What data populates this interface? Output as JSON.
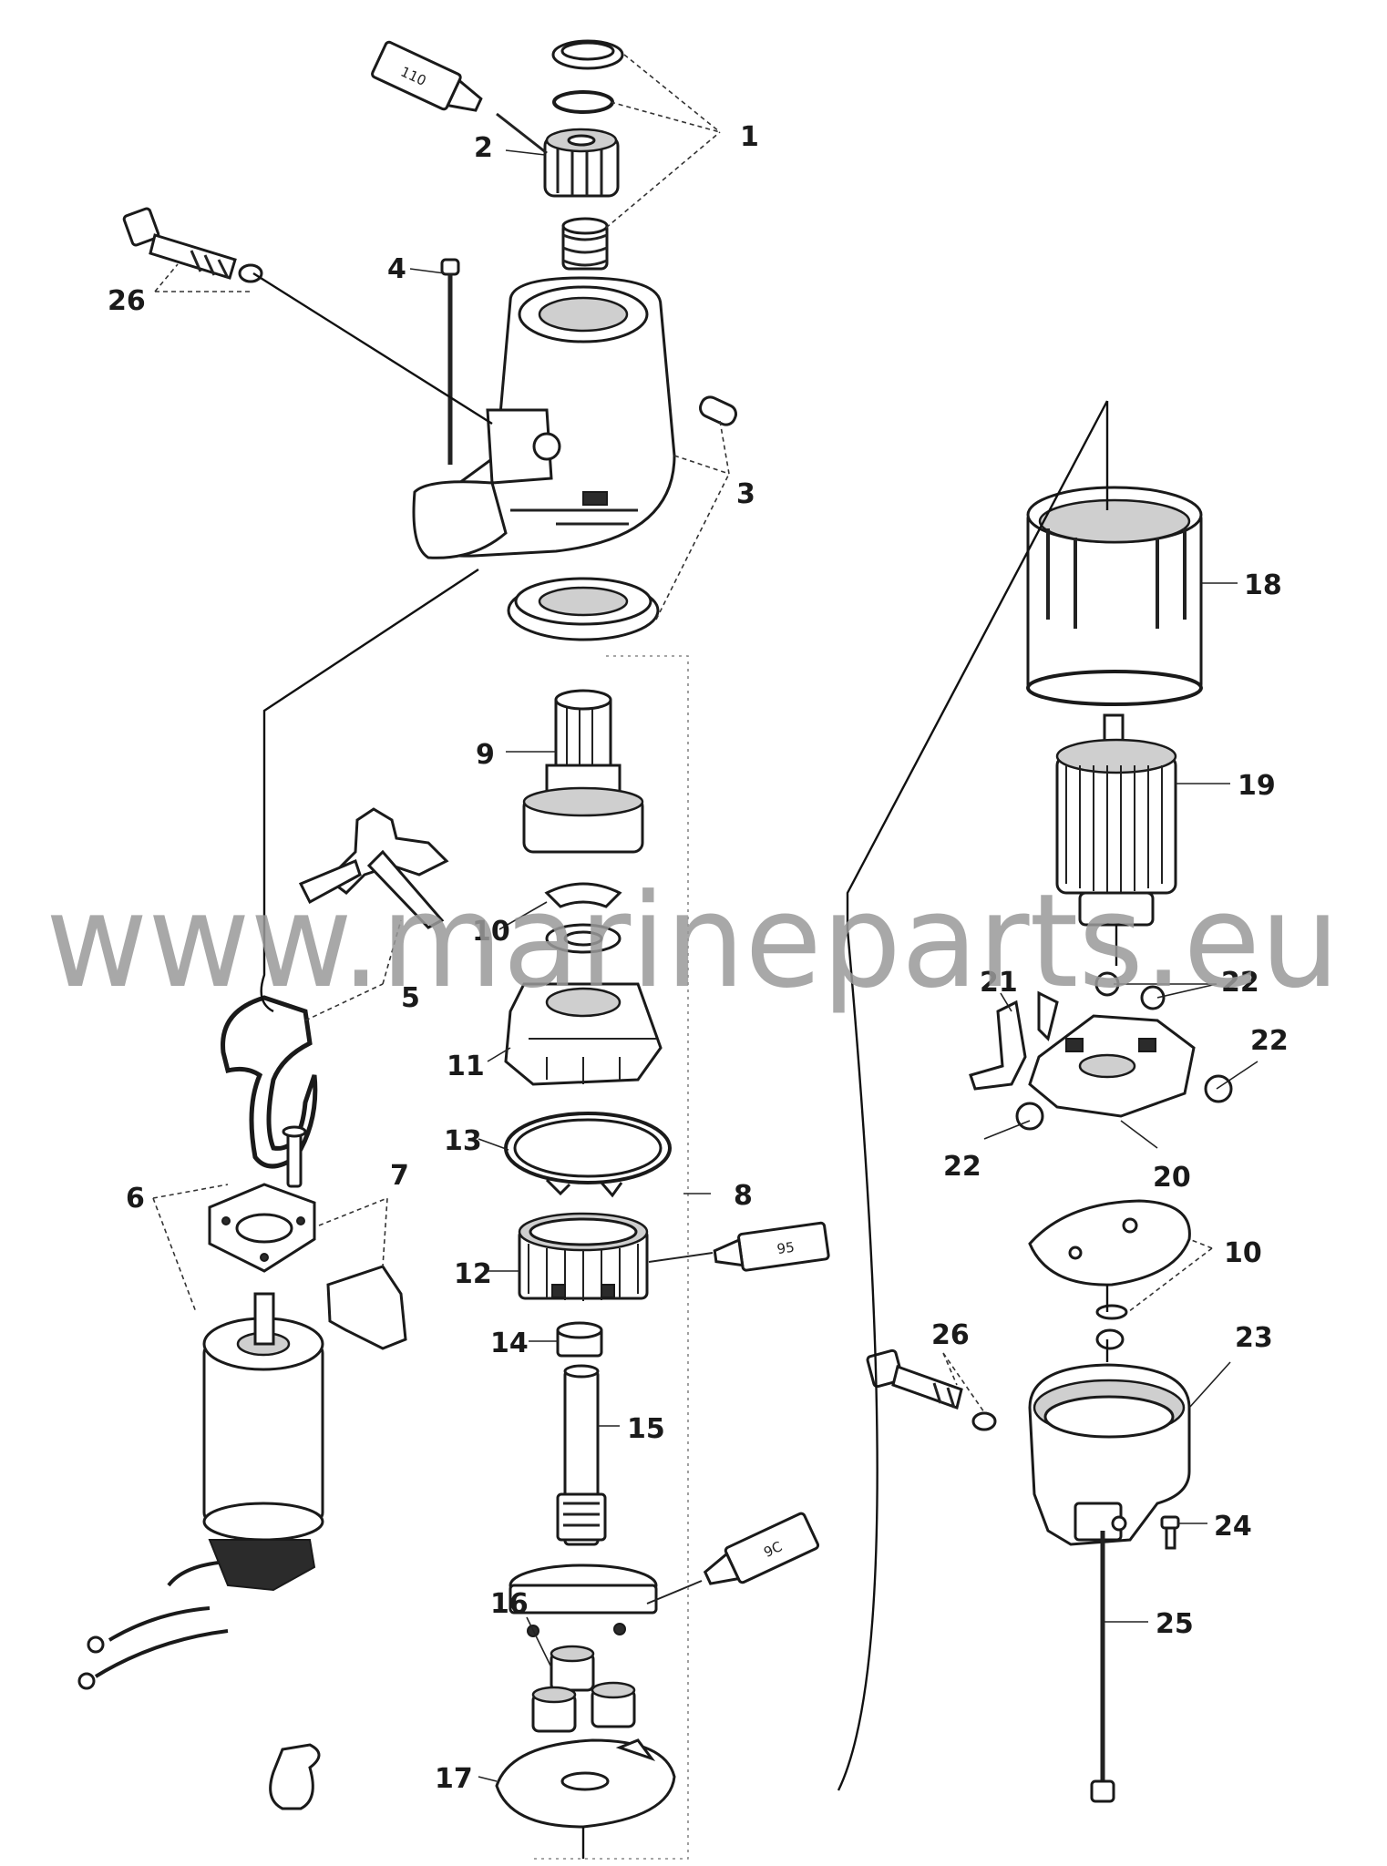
{
  "watermark": "www.marineparts.eu",
  "callouts": [
    {
      "id": "c1",
      "text": "1"
    },
    {
      "id": "c2",
      "text": "2"
    },
    {
      "id": "c3",
      "text": "3"
    },
    {
      "id": "c4",
      "text": "4"
    },
    {
      "id": "c5",
      "text": "5"
    },
    {
      "id": "c6",
      "text": "6"
    },
    {
      "id": "c7",
      "text": "7"
    },
    {
      "id": "c8",
      "text": "8"
    },
    {
      "id": "c9",
      "text": "9"
    },
    {
      "id": "c10a",
      "text": "10"
    },
    {
      "id": "c10b",
      "text": "10"
    },
    {
      "id": "c11",
      "text": "11"
    },
    {
      "id": "c12",
      "text": "12"
    },
    {
      "id": "c13",
      "text": "13"
    },
    {
      "id": "c14",
      "text": "14"
    },
    {
      "id": "c15",
      "text": "15"
    },
    {
      "id": "c16",
      "text": "16"
    },
    {
      "id": "c17",
      "text": "17"
    },
    {
      "id": "c18",
      "text": "18"
    },
    {
      "id": "c19",
      "text": "19"
    },
    {
      "id": "c20",
      "text": "20"
    },
    {
      "id": "c21",
      "text": "21"
    },
    {
      "id": "c22a",
      "text": "22"
    },
    {
      "id": "c22b",
      "text": "22"
    },
    {
      "id": "c22c",
      "text": "22"
    },
    {
      "id": "c23",
      "text": "23"
    },
    {
      "id": "c24",
      "text": "24"
    },
    {
      "id": "c25",
      "text": "25"
    },
    {
      "id": "c26a",
      "text": "26"
    },
    {
      "id": "c26b",
      "text": "26"
    }
  ],
  "tubes": {
    "top": "110",
    "mid": "95",
    "low": "9C"
  }
}
